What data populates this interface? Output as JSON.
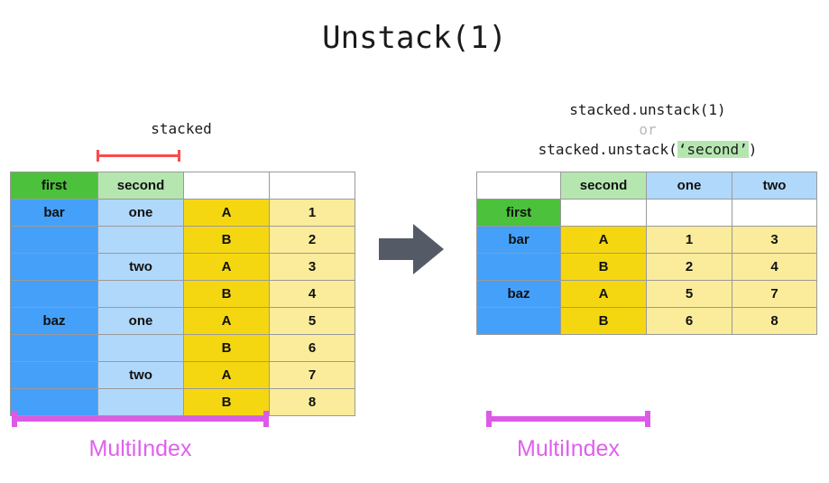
{
  "title": "Unstack(1)",
  "left": {
    "caption": "stacked",
    "red_bracket_label": "second-column-marker",
    "multiindex_label": "MultiIndex",
    "header": [
      "first",
      "second",
      "",
      ""
    ],
    "rows": [
      {
        "first": "bar",
        "second": "one",
        "letter": "A",
        "value": "1"
      },
      {
        "first": "",
        "second": "",
        "letter": "B",
        "value": "2"
      },
      {
        "first": "",
        "second": "two",
        "letter": "A",
        "value": "3"
      },
      {
        "first": "",
        "second": "",
        "letter": "B",
        "value": "4"
      },
      {
        "first": "baz",
        "second": "one",
        "letter": "A",
        "value": "5"
      },
      {
        "first": "",
        "second": "",
        "letter": "B",
        "value": "6"
      },
      {
        "first": "",
        "second": "two",
        "letter": "A",
        "value": "7"
      },
      {
        "first": "",
        "second": "",
        "letter": "B",
        "value": "8"
      }
    ]
  },
  "right": {
    "caption_line1": "stacked.unstack(1)",
    "caption_or": "or",
    "caption_line3_prefix": "stacked.unstack(",
    "caption_line3_arg": "‘second’",
    "caption_line3_suffix": ")",
    "multiindex_label": "MultiIndex",
    "header_row": [
      "",
      "second",
      "one",
      "two"
    ],
    "subheader_row": [
      "first",
      "",
      "",
      ""
    ],
    "rows": [
      {
        "first": "bar",
        "letter": "A",
        "one": "1",
        "two": "3"
      },
      {
        "first": "",
        "letter": "B",
        "one": "2",
        "two": "4"
      },
      {
        "first": "baz",
        "letter": "A",
        "one": "5",
        "two": "7"
      },
      {
        "first": "",
        "letter": "B",
        "one": "6",
        "two": "8"
      }
    ]
  },
  "arrow": {
    "name": "right-arrow",
    "color": "#545b66"
  },
  "colors": {
    "green": "#4cc13c",
    "light_green": "#b5e6b0",
    "blue": "#45a0fa",
    "light_blue": "#b0d8fb",
    "gold": "#f5d711",
    "pale_yellow": "#faec9a",
    "red_bracket": "#fa4a4a",
    "multiindex_magenta": "#dd5ae8",
    "multiindex_label": "#e060ee",
    "or_gray": "#b9b9b9"
  }
}
